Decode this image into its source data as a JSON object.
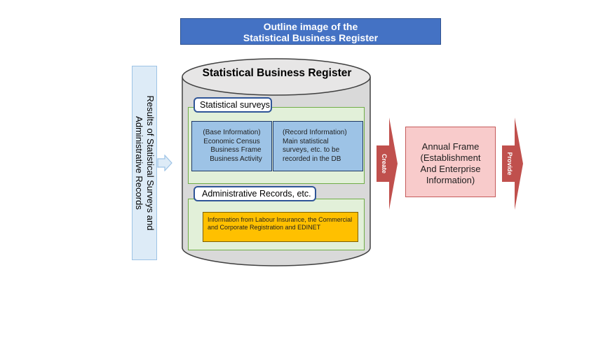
{
  "title": {
    "line1": "Outline image of the",
    "line2": "Statistical Business Register"
  },
  "side_label": "Results of Statistical Surveys and Administrative Records",
  "cylinder": {
    "title": "Statistical  Business Register"
  },
  "surveys": {
    "tab_label": "Statistical surveys",
    "base": {
      "line1": "(Base Information)",
      "line2": "Economic Census",
      "line3": "Business Frame",
      "line4": "Business Activity"
    },
    "record": {
      "line1": "(Record Information)",
      "line2": "Main statistical",
      "line3": "surveys, etc. to be",
      "line4": "recorded in the DB"
    }
  },
  "admin": {
    "tab_label": "Administrative Records, etc.",
    "info": "Information from Labour Insurance, the Commercial and Corporate Registration and EDINET"
  },
  "arrows": {
    "create": "Create",
    "provide": "Provide"
  },
  "annual_frame": {
    "line1": "Annual Frame",
    "line2": "(Establishment",
    "line3": "And Enterprise",
    "line4": "Information)"
  },
  "colors": {
    "title_bg": "#4472c4",
    "panel_green": "#e2f0d9",
    "box_blue": "#9dc3e6",
    "info_orange": "#ffc000",
    "annual_pink": "#f8cbcb",
    "arrow_red": "#c0504d"
  }
}
